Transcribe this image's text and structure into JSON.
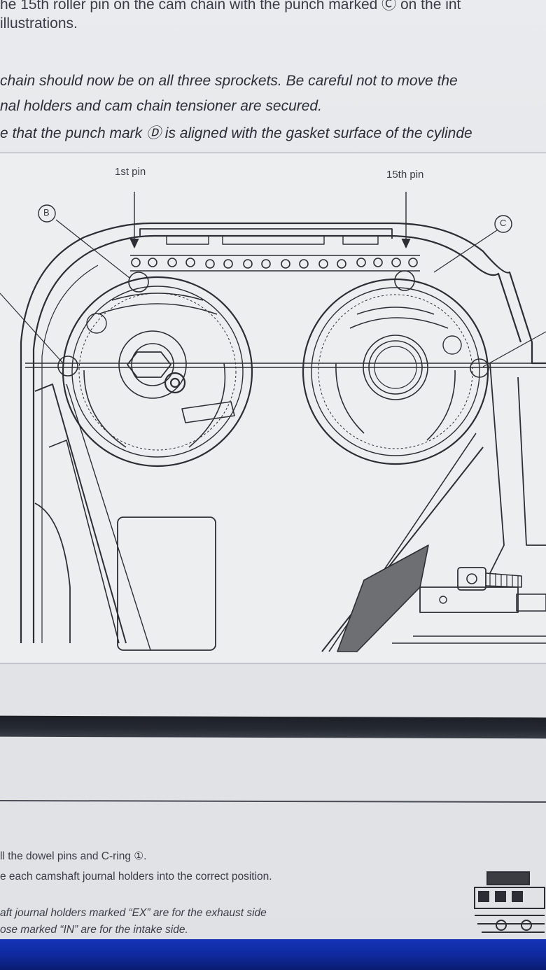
{
  "doc": {
    "top_cut_line": "he 15th roller pin on the cam chain with the punch marked Ⓒ on the int",
    "top_line2": "illustrations.",
    "para": [
      "chain should now be on all three sprockets. Be careful not to move the",
      "nal holders and cam chain tensioner are secured.",
      "e that the punch mark Ⓓ is aligned with the gasket surface of the cylinde"
    ],
    "steps": [
      "ll the dowel pins and C-ring ①.",
      "e each camshaft journal holders into the correct position.",
      "aft journal holders marked “EX” are for the exhaust side",
      "ose marked “IN” are for the intake side."
    ]
  },
  "figure": {
    "label_first_pin": "1st pin",
    "label_fifteenth_pin": "15th pin",
    "marker_b": "B",
    "marker_c": "C"
  },
  "colors": {
    "background": "#e4e6e9",
    "line_art": "#2c2e35",
    "taskbar": "#1433b8"
  }
}
